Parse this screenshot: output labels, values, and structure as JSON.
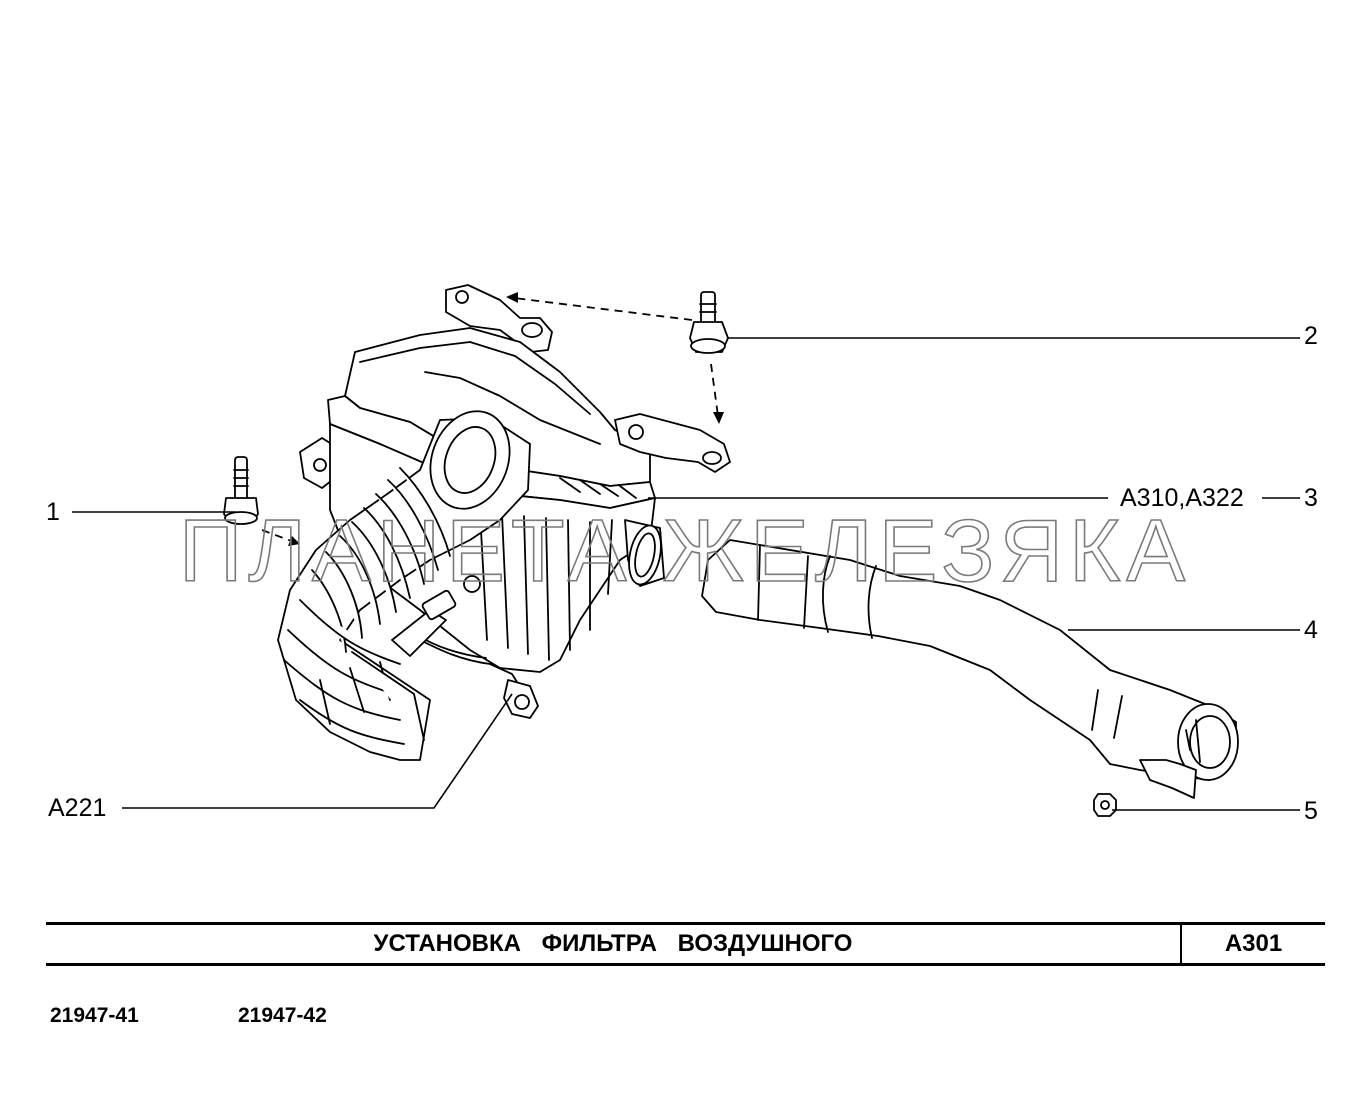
{
  "watermark": "ПЛАНЕТА ЖЕЛЕЗЯКА",
  "callouts": {
    "c1": "1",
    "c2": "2",
    "c3": "3",
    "c3_ref": "A310,A322",
    "c4": "4",
    "c5": "5",
    "a221": "A221"
  },
  "title": {
    "text": "УСТАНОВКА ФИЛЬТРА ВОЗДУШНОГО",
    "code": "A301"
  },
  "variants": [
    "21947-41",
    "21947-42"
  ]
}
